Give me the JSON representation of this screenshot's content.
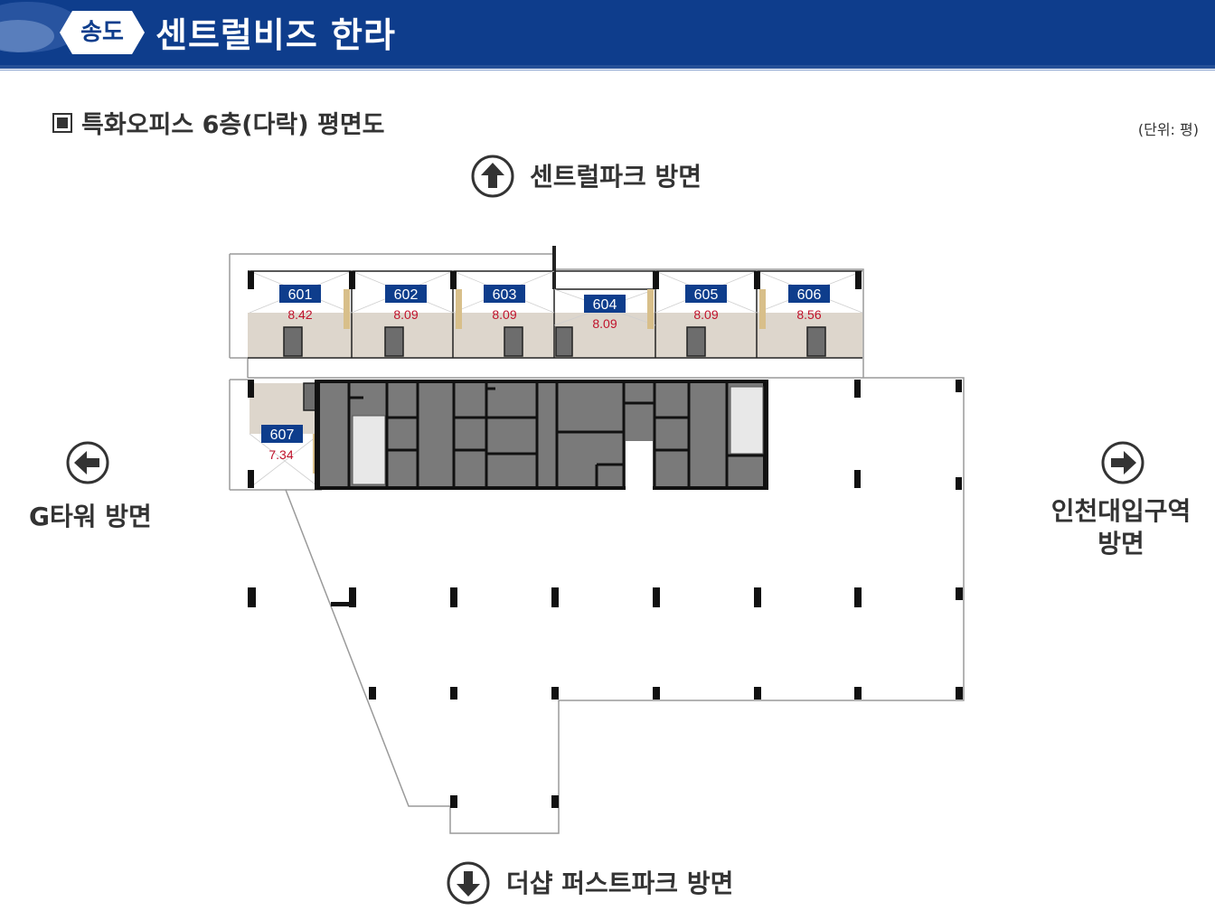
{
  "header": {
    "badge": "송도",
    "title": "센트럴비즈 한라"
  },
  "plan": {
    "title": "특화오피스 6층(다락) 평면도",
    "unit": "(단위: 평)"
  },
  "directions": {
    "north": "센트럴파크 방면",
    "south": "더샵 퍼스트파크 방면",
    "west": "G타워 방면",
    "east_line1": "인천대입구역",
    "east_line2": "방면"
  },
  "rooms": [
    {
      "id": "601",
      "area": "8.42"
    },
    {
      "id": "602",
      "area": "8.09"
    },
    {
      "id": "603",
      "area": "8.09"
    },
    {
      "id": "604",
      "area": "8.09"
    },
    {
      "id": "605",
      "area": "8.09"
    },
    {
      "id": "606",
      "area": "8.56"
    },
    {
      "id": "607",
      "area": "7.34"
    }
  ],
  "colors": {
    "brand": "#0e3d8c",
    "area_text": "#c0122b",
    "core": "#7a7a7a"
  },
  "icons": {
    "up": "arrow-up-circle-icon",
    "down": "arrow-down-circle-icon",
    "left": "arrow-left-circle-icon",
    "right": "arrow-right-circle-icon"
  }
}
